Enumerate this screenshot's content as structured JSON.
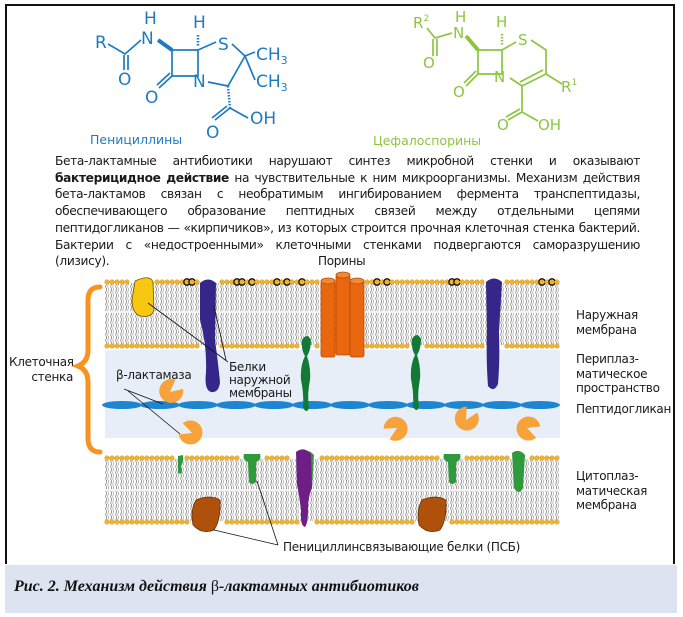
{
  "figure": {
    "structures": {
      "penicillin": {
        "label": "Пенициллины",
        "color": "#1f7bbf",
        "atoms": {
          "R": "R",
          "H_amide": "H",
          "N_amide": "N",
          "H_ring": "H",
          "S": "S",
          "CH3_a": "CH3",
          "CH3_b": "CH3",
          "O_amide": "O",
          "N_ring": "N",
          "O_lactam": "O",
          "O_acid": "O",
          "OH": "OH"
        }
      },
      "cephalosporin": {
        "label": "Цефалоспорины",
        "color": "#8cc63f",
        "atoms": {
          "R2": "R",
          "R2_sup": "2",
          "H_amide": "H",
          "N_amide": "N",
          "H_ring": "H",
          "S": "S",
          "O_amide": "O",
          "N_ring": "N",
          "R1": "R",
          "R1_sup": "1",
          "O_lactam": "O",
          "O_acid": "O",
          "OH": "OH"
        }
      }
    },
    "paragraph": {
      "part1": "Бета-лактамные антибиотики нарушают синтез микробной стенки и оказывают ",
      "bold": "бактерицидное действие",
      "part2": " на чувствительные к ним микроорганизмы. Механизм действия бета-лактамов связан с необратимым ингибированием фермента транспептидазы, обеспечивающего образование пептидных связей между отдельными цепями пептидогликанов — «кирпичиков», из которых строится прочная клеточная стенка бактерий. Бактерии с «недостроенными» клеточными стенками подвергаются саморазрушению (лизису)."
    },
    "labels": {
      "porins": "Порины",
      "cell_wall_line1": "Клеточная",
      "cell_wall_line2": "стенка",
      "beta_lactamase": "β-лактамаза",
      "omp_line1": "Белки",
      "omp_line2": "наружной",
      "omp_line3": "мембраны",
      "outer_membrane_line1": "Наружная",
      "outer_membrane_line2": "мембрана",
      "periplasm_line1": "Периплаз-",
      "periplasm_line2": "матическое",
      "periplasm_line3": "пространство",
      "peptidoglycan": "Пептидогликан",
      "cytoplasmic_line1": "Цитоплаз-",
      "cytoplasmic_line2": "матическая",
      "cytoplasmic_line3": "мембрана",
      "pbp": "Пенициллинсвязывающие белки (ПСБ)"
    },
    "colors": {
      "periplasm_bg": "#e8eef8",
      "lipid_head": "#f2b428",
      "peptidoglycan": "#1c86d0",
      "brace": "#f7931e",
      "beta_lactamase": "#f7a23a",
      "porin": "#e8670f",
      "omp_dark": "#35278a",
      "omp_yellow": "#f7c80f",
      "pbp_green": "#2e9a3c",
      "dark_green": "#137a36",
      "purple": "#6f1e86",
      "brown": "#b0510b"
    }
  },
  "caption": {
    "prefix": "Рис. 2. Механизм действия ",
    "beta": "β",
    "suffix": "-лактамных антибиотиков"
  }
}
